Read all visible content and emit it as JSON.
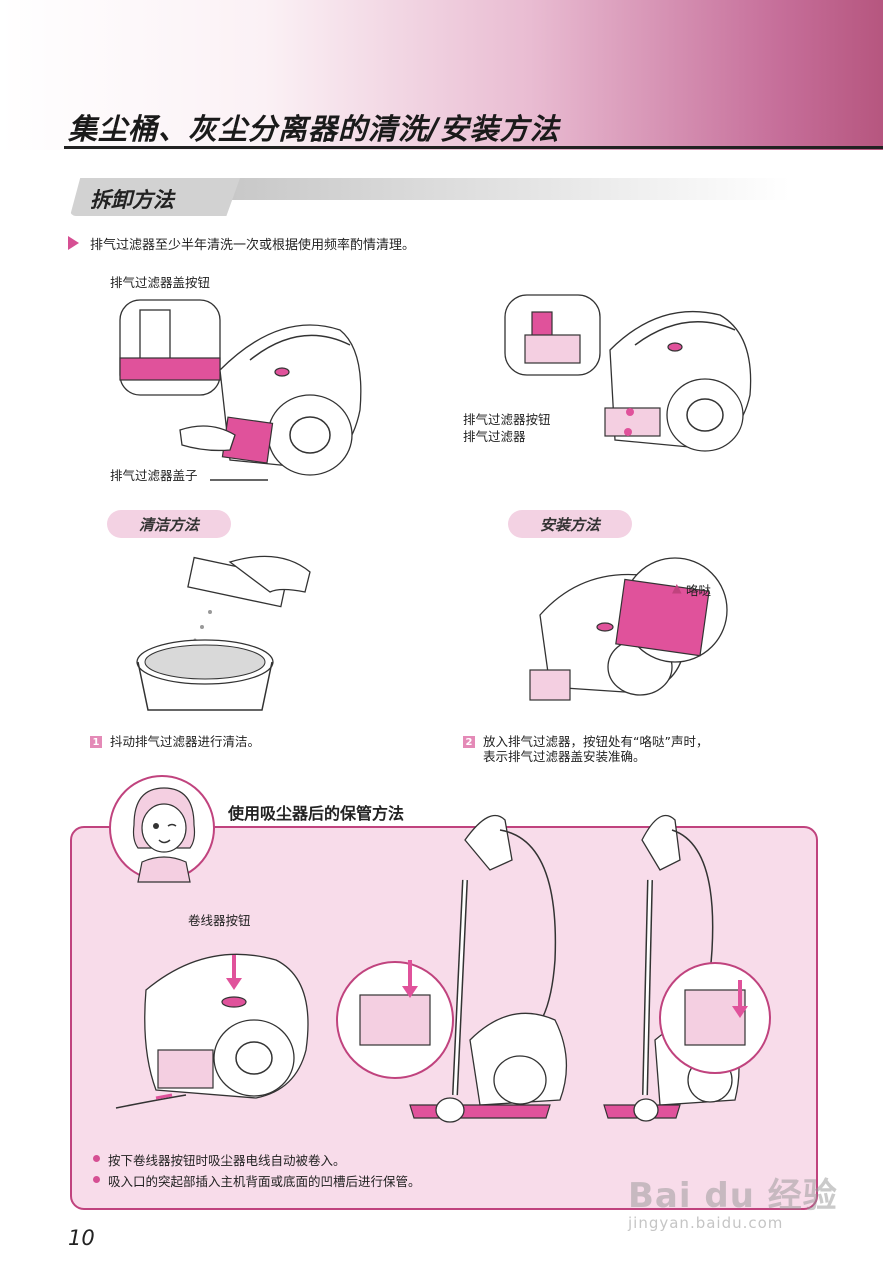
{
  "header": {
    "title": "集尘桶、灰尘分离器的清洗/安装方法"
  },
  "section": {
    "title": "拆卸方法",
    "intro": "排气过滤器至少半年清洗一次或根据使用频率酌情清理。"
  },
  "figure_removal": {
    "label_cover_button": "排气过滤器盖按钮",
    "label_cover": "排气过滤器盖子",
    "label_filter_button": "排气过滤器按钮",
    "label_filter": "排气过滤器"
  },
  "cleaning": {
    "title": "清洁方法",
    "step_number": "1",
    "step_text": "抖动排气过滤器进行清洁。"
  },
  "installing": {
    "title": "安装方法",
    "click_label": "咯哒",
    "step_number": "2",
    "step_text_line1": "放入排气过滤器，按钮处有“咯哒”声时，",
    "step_text_line2": "表示排气过滤器盖安装准确。"
  },
  "storage": {
    "title": "使用吸尘器后的保管方法",
    "reel_button_label": "卷线器按钮",
    "bullets": [
      "按下卷线器按钮时吸尘器电线自动被卷入。",
      "吸入口的突起部插入主机背面或底面的凹槽后进行保管。"
    ]
  },
  "footer": {
    "page_number": "10"
  },
  "watermark": {
    "main": "Bai du 经验",
    "sub": "jingyan.baidu.com"
  },
  "colors": {
    "accent_pink": "#d64f93",
    "light_pink": "#f8dcea",
    "border_pink": "#c0437e"
  }
}
